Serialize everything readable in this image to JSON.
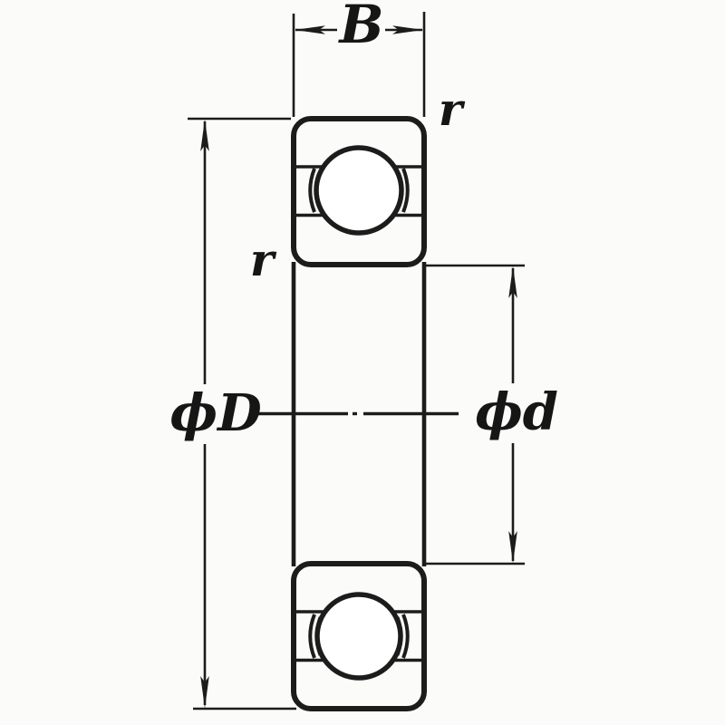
{
  "labels": {
    "width": "B",
    "outer_diameter": "ϕD",
    "inner_diameter": "ϕd",
    "corner_radius_top_right": "r",
    "corner_radius_left": "r"
  },
  "colors": {
    "line": "#1c1c1c",
    "background": "#fbfbf9",
    "hatch_dot": "#262626",
    "ball_fill": "#ffffff"
  },
  "figure": {
    "type": "engineering-drawing",
    "subject": "ball-bearing-cross-section"
  }
}
